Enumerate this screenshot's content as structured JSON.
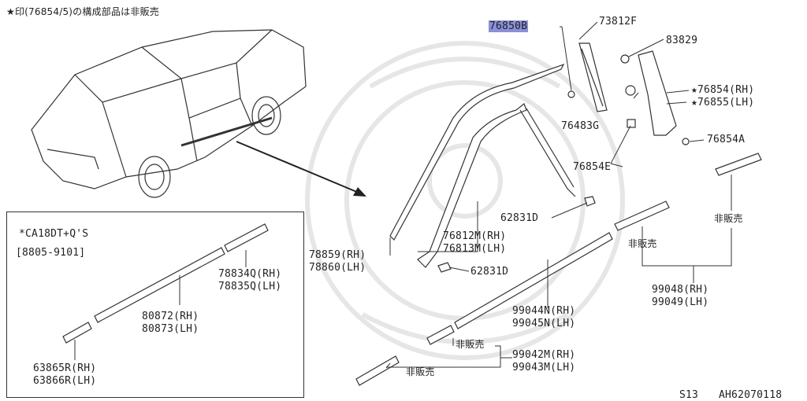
{
  "header_note": "★印(76854/5)の構成部品は非販売",
  "footer": {
    "code": "AH62070118",
    "model": "S13"
  },
  "colors": {
    "highlight": "#8a90d8",
    "line": "#333333",
    "watermark": "#e6e6e6"
  },
  "inset": {
    "title": "*CA18DT+Q'S",
    "date_range": "[8805-9101]",
    "parts": {
      "p78834": {
        "rh": "78834Q(RH)",
        "lh": "78835Q(LH)"
      },
      "p80872": {
        "rh": "80872(RH)",
        "lh": "80873(LH)"
      },
      "p63865": {
        "rh": "63865R(RH)",
        "lh": "63866R(LH)"
      }
    }
  },
  "parts": {
    "p76850": "76850B",
    "p73812": "73812F",
    "p83829": "83829",
    "p76854rh": "★76854(RH)",
    "p76855lh": "★76855(LH)",
    "p76483": "76483G",
    "p76854a": "76854A",
    "p76854e": "76854E",
    "p62831d_a": "62831D",
    "p62831d_b": "62831D",
    "p76812": {
      "rh": "76812M(RH)",
      "lh": "76813M(LH)"
    },
    "p78859": {
      "rh": "78859(RH)",
      "lh": "78860(LH)"
    },
    "p99048": {
      "rh": "99048(RH)",
      "lh": "99049(LH)"
    },
    "p99044": {
      "rh": "99044N(RH)",
      "lh": "99045N(LH)"
    },
    "p99042": {
      "rh": "99042M(RH)",
      "lh": "99043M(LH)"
    }
  },
  "not_for_sale": {
    "a": "非販売",
    "b": "非販売",
    "c": "非販売",
    "d": "非販売"
  }
}
